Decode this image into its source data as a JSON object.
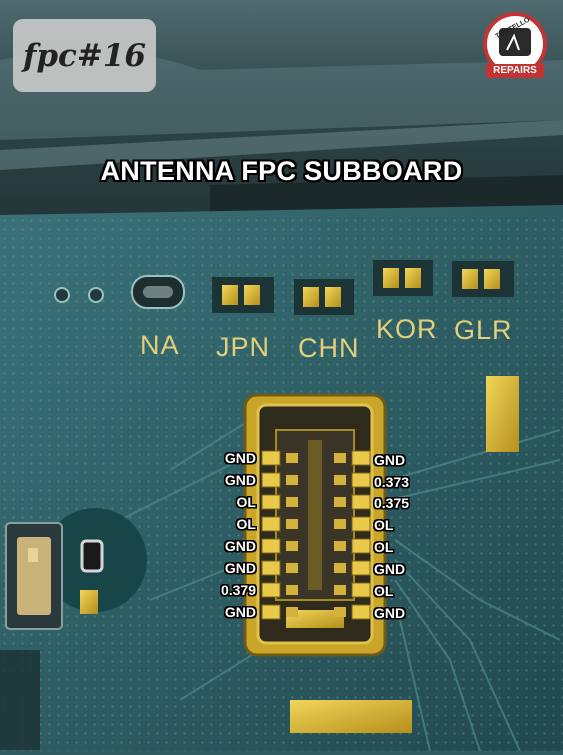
{
  "tag": "fpc#16",
  "title": "ANTENNA FPC SUBBOARD",
  "logo": {
    "top_text": "TORTELLO",
    "bottom_text": "REPAIRS"
  },
  "silkscreen": [
    "NA",
    "JPN",
    "CHN",
    "KOR",
    "GLR"
  ],
  "pins_left": [
    "GND",
    "GND",
    "OL",
    "OL",
    "GND",
    "GND",
    "0.379",
    "GND"
  ],
  "pins_right": [
    "GND",
    "0.373",
    "0.375",
    "OL",
    "OL",
    "GND",
    "OL",
    "GND"
  ],
  "colors": {
    "board": "#2f5d62",
    "gold": "#d9b93a",
    "silk": "#e4cf7a"
  }
}
